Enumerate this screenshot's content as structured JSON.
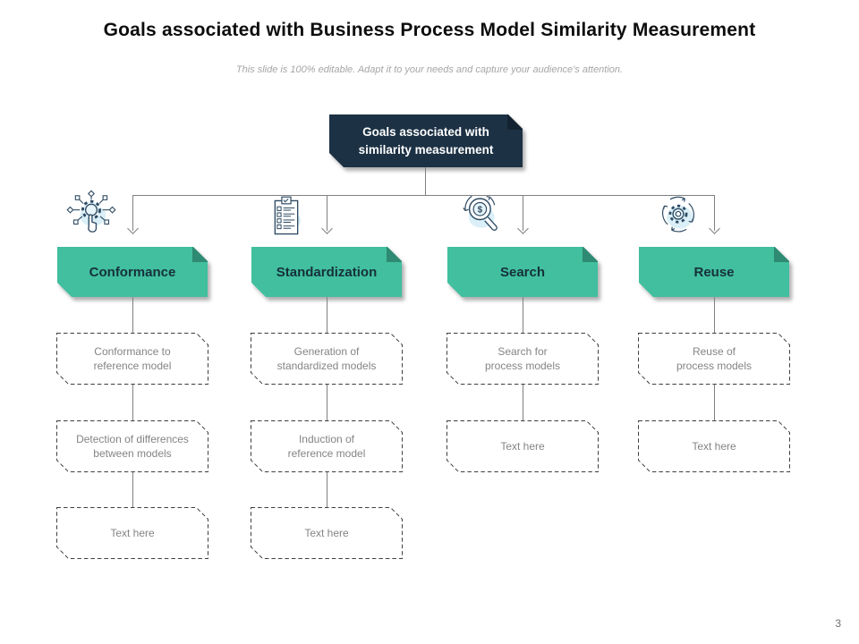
{
  "slide": {
    "title": "Goals associated with Business Process Model Similarity Measurement",
    "subtitle": "This slide is 100% editable. Adapt it to your needs and capture your audience's attention.",
    "page_number": "3"
  },
  "colors": {
    "accent_teal": "#41bf9e",
    "navy": "#1c3144",
    "dashed_border": "#3f3f3f",
    "muted_text": "#848484",
    "connector": "#808080",
    "icon_stroke": "#2d4a63",
    "icon_splash": "#d3ecf6"
  },
  "root": {
    "label": "Goals associated with\nsimilarity measurement"
  },
  "columns": [
    {
      "header": "Conformance",
      "icon": "automation-gear-icon",
      "items": [
        "Conformance to\nreference model",
        "Detection of differences\nbetween models",
        "Text here"
      ]
    },
    {
      "header": "Standardization",
      "icon": "checklist-icon",
      "items": [
        "Generation of\nstandardized models",
        "Induction of\nreference model",
        "Text here"
      ]
    },
    {
      "header": "Search",
      "icon": "search-currency-icon",
      "items": [
        "Search for\nprocess models",
        "Text here"
      ]
    },
    {
      "header": "Reuse",
      "icon": "reuse-gear-icon",
      "items": [
        "Reuse of\nprocess models",
        "Text here"
      ]
    }
  ]
}
